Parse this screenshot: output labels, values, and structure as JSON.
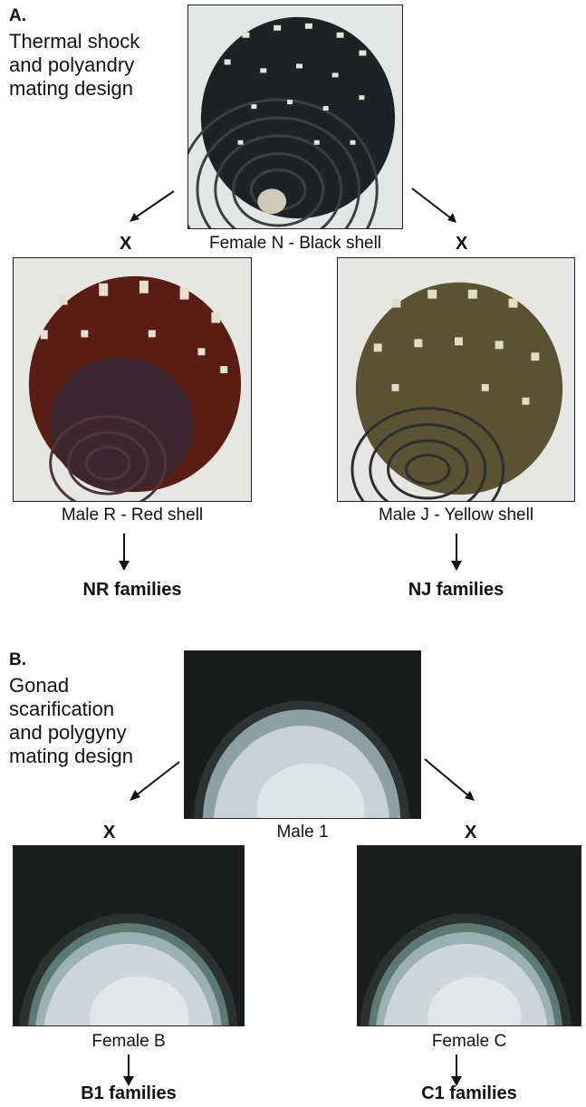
{
  "panel_a": {
    "letter": "A",
    "title": "Thermal shock\nand polyandry\nmating design",
    "female_caption": "Female N - Black shell",
    "cross_left": "X",
    "cross_right": "X",
    "male_left_caption": "Male R - Red shell",
    "male_right_caption": "Male J - Yellow shell",
    "family_left": "NR families",
    "family_right": "NJ families"
  },
  "panel_b": {
    "letter": "B",
    "title": "Gonad\nscarification\nand polygyny\nmating design",
    "male_caption": "Male 1",
    "cross_left": "X",
    "cross_right": "X",
    "female_left_caption": "Female B",
    "female_right_caption": "Female C",
    "family_left": "B1 families",
    "family_right": "C1 families"
  },
  "colors": {
    "black_shell": "#1f2224",
    "red_shell": "#5a1d14",
    "yellow_shell": "#5b5234",
    "nacre": "#c9d2d8",
    "photo_bg": "#e6e6e4"
  }
}
